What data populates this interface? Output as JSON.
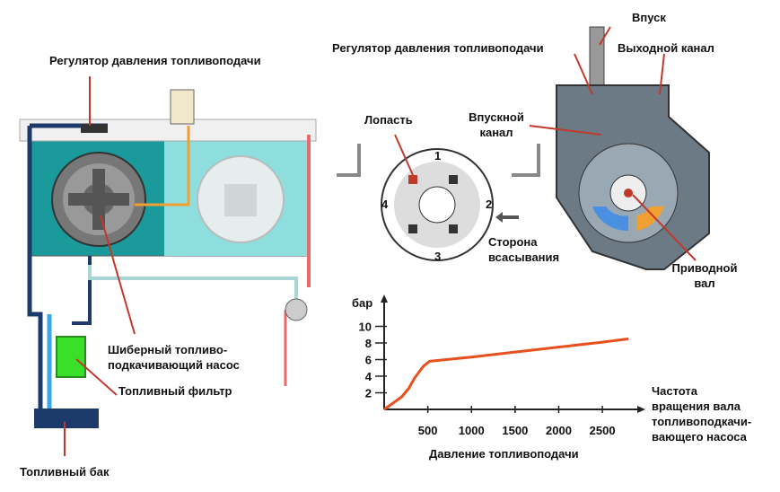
{
  "left_diagram": {
    "regulator_label": "Регулятор давления топливоподачи",
    "pump_label_line1": "Шиберный топливо-",
    "pump_label_line2": "подкачивающий насос",
    "filter_label": "Топливный фильтр",
    "tank_label": "Топливный бак"
  },
  "pump_section": {
    "blade_label": "Лопасть",
    "chamber_numbers": [
      "1",
      "2",
      "3",
      "4"
    ],
    "suction_label_line1": "Сторона",
    "suction_label_line2": "всасывания"
  },
  "pump_housing": {
    "inlet_label": "Впуск",
    "regulator_label": "Регулятор давления топливоподачи",
    "outlet_label": "Выходной канал",
    "inlet_channel_line1": "Впускной",
    "inlet_channel_line2": "канал",
    "drive_shaft_line1": "Приводной",
    "drive_shaft_line2": "вал"
  },
  "chart_data": {
    "type": "line",
    "title": "",
    "ylabel": "бар",
    "xlabel_lines": [
      "Частота",
      "вращения вала",
      "топливоподкачи-",
      "вающего насоса"
    ],
    "caption": "Давление топливоподачи",
    "x_ticks": [
      500,
      1000,
      1500,
      2000,
      2500
    ],
    "y_ticks": [
      2,
      4,
      6,
      8,
      10
    ],
    "xlim": [
      0,
      2900
    ],
    "ylim": [
      0,
      12
    ],
    "series": [
      {
        "color": "#e8501e",
        "x": [
          0,
          200,
          280,
          350,
          450,
          520,
          1000,
          1500,
          2000,
          2500,
          2800
        ],
        "y": [
          0,
          1.5,
          2.5,
          3.8,
          5.2,
          5.8,
          6.3,
          6.9,
          7.5,
          8.1,
          8.5
        ]
      }
    ]
  }
}
